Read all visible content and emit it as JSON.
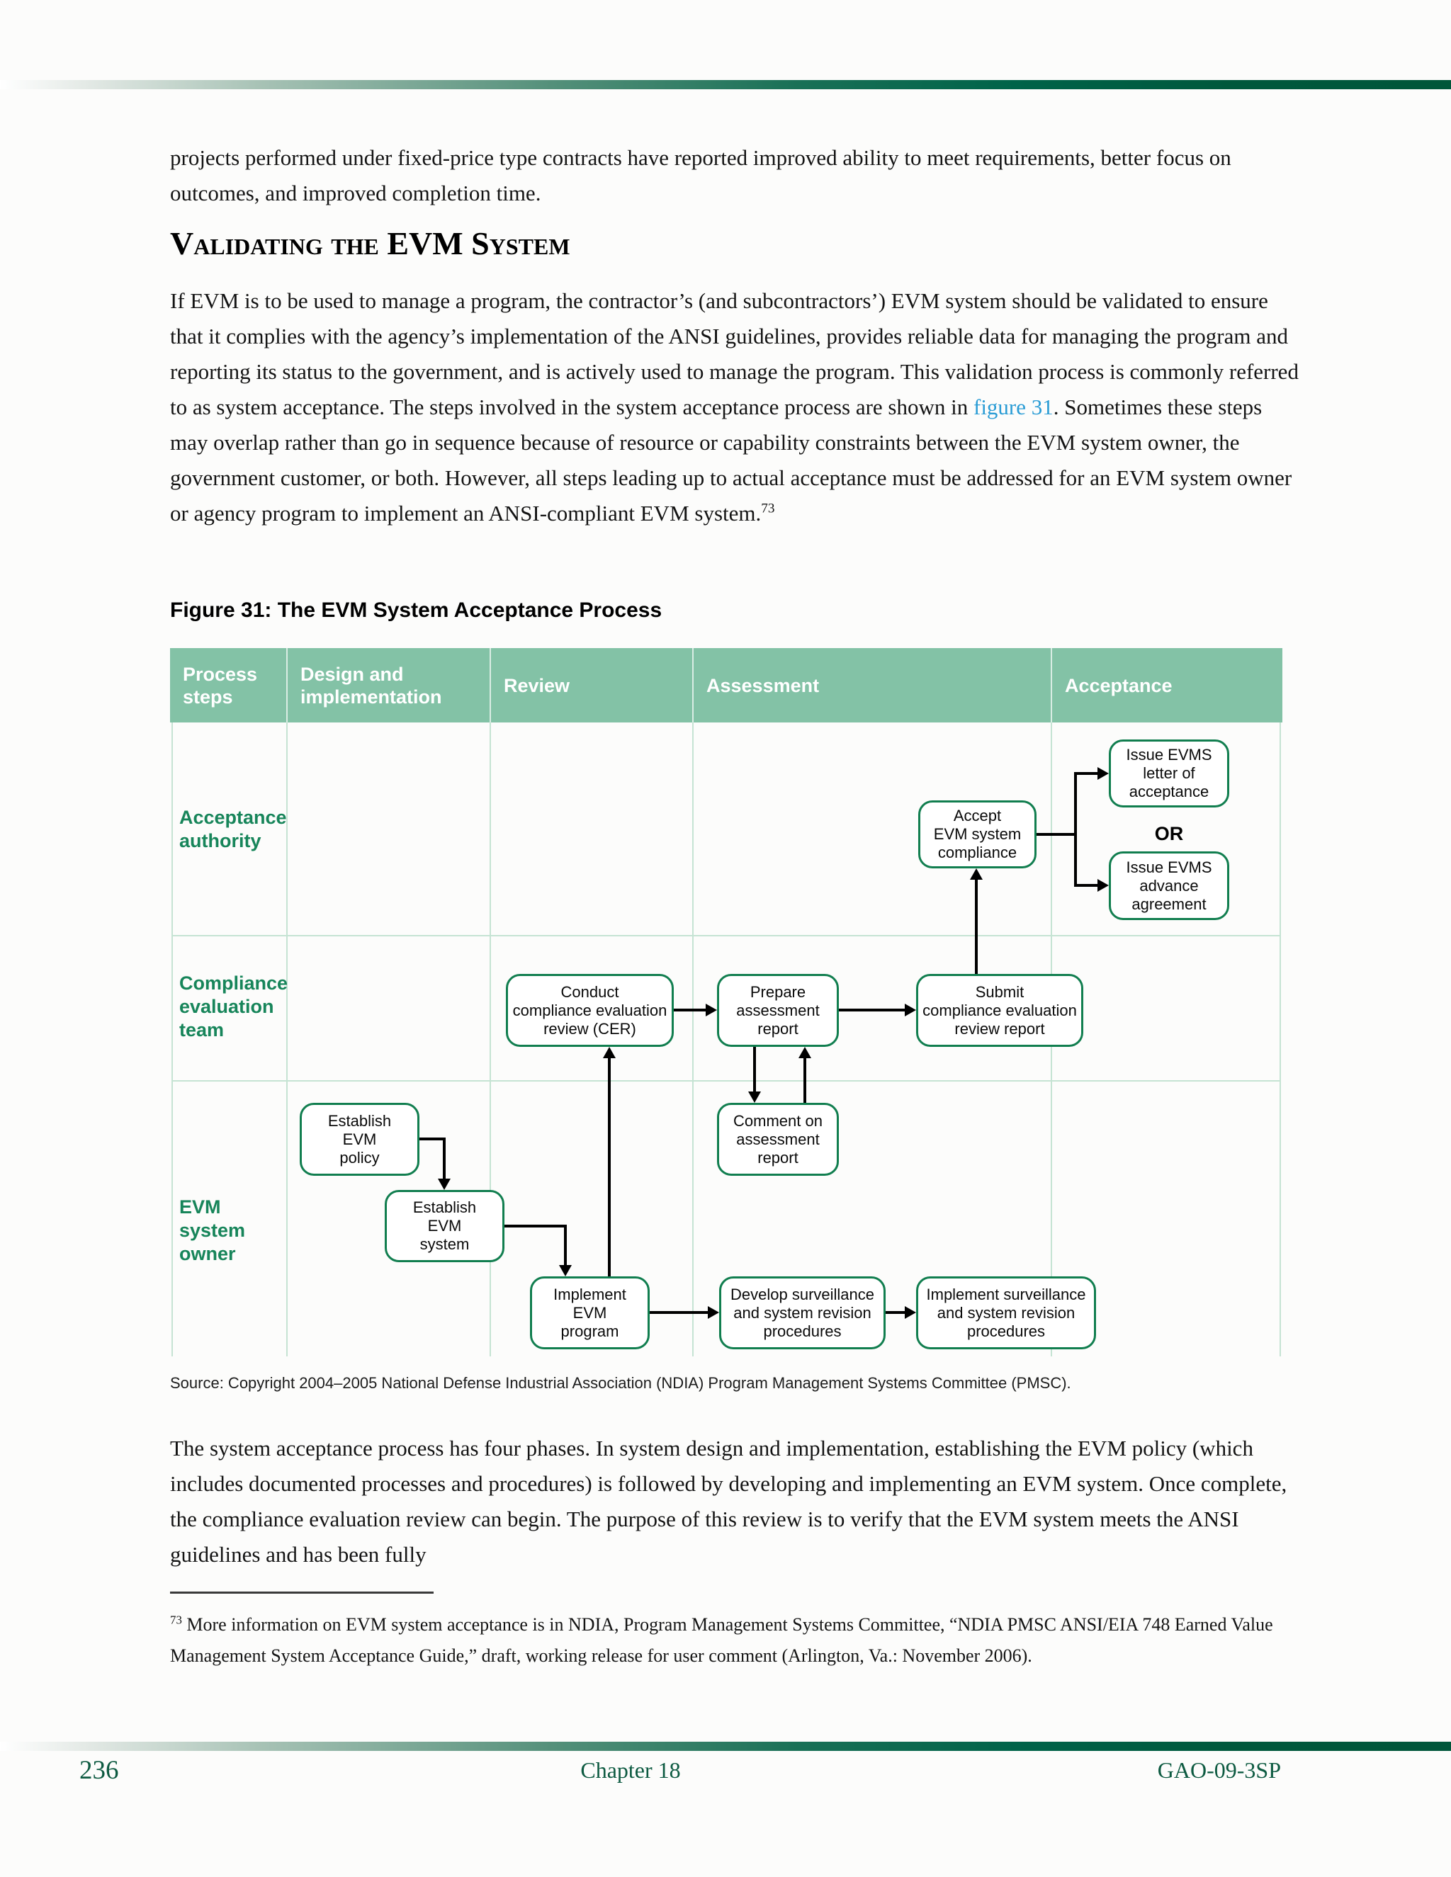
{
  "intro_paragraph": "projects performed under fixed-price type contracts have reported improved ability to meet requirements, better focus on outcomes, and improved completion time.",
  "heading": "Validating the EVM System",
  "validation_paragraph": {
    "before_link": "If EVM is to be used to manage a program, the contractor’s (and subcontractors’) EVM system should be validated to ensure that it complies with the agency’s implementation of the ANSI guidelines, provides reliable data for managing the program and reporting its status to the government, and is actively used to manage the program. This validation process is commonly referred to as system acceptance. The steps involved in the system acceptance process are shown in ",
    "link_text": "figure 31",
    "after_link": ". Sometimes these steps may overlap rather than go in sequence because of resource or capability constraints between the EVM system owner, the government customer, or both. However, all steps leading up to actual acceptance must be addressed for an EVM system owner or agency program to implement an ANSI-compliant EVM system.",
    "footnote_ref": "73"
  },
  "figure": {
    "title": "Figure 31: The EVM System Acceptance Process",
    "header": {
      "columns": [
        {
          "label": "Process\nsteps"
        },
        {
          "label": "Design and\nimplementation"
        },
        {
          "label": "Review"
        },
        {
          "label": "Assessment"
        },
        {
          "label": "Acceptance"
        }
      ]
    },
    "row_labels": {
      "acceptance_authority": "Acceptance\nauthority",
      "compliance_team": "Compliance\nevaluation\nteam",
      "evm_owner": "EVM\nsystem\nowner"
    },
    "or_label": "OR",
    "boxes": {
      "issue_letter": {
        "label": "Issue EVMS\nletter of\nacceptance"
      },
      "accept_compliance": {
        "label": "Accept\nEVM system\ncompliance"
      },
      "issue_advance": {
        "label": "Issue EVMS\nadvance\nagreement"
      },
      "conduct_cer": {
        "label": "Conduct\ncompliance evaluation\nreview (CER)"
      },
      "prepare_report": {
        "label": "Prepare\nassessment\nreport"
      },
      "submit_report": {
        "label": "Submit\ncompliance evaluation\nreview report"
      },
      "comment_report": {
        "label": "Comment on\nassessment\nreport"
      },
      "establish_policy": {
        "label": "Establish\nEVM\npolicy"
      },
      "establish_system": {
        "label": "Establish\nEVM\nsystem"
      },
      "implement_program": {
        "label": "Implement\nEVM\nprogram"
      },
      "develop_surveillance": {
        "label": "Develop surveillance\nand system revision\nprocedures"
      },
      "implement_surveillance": {
        "label": "Implement surveillance\nand system revision\nprocedures"
      }
    },
    "source": "Source: Copyright 2004–2005 National Defense Industrial Association (NDIA) Program Management Systems Committee (PMSC)."
  },
  "closing_paragraph": "The system acceptance process has four phases. In system design and implementation, establishing the EVM policy (which includes documented processes and procedures) is followed by developing and implementing an EVM system. Once complete, the compliance evaluation review can begin. The purpose of this review is to verify that the EVM system meets the ANSI guidelines and has been fully",
  "footnote": {
    "ref": "73",
    "text": "More information on EVM system acceptance is in NDIA, Program Management Systems Committee, “NDIA PMSC ANSI/EIA 748 Earned Value Management System Acceptance Guide,” draft, working release for user comment (Arlington, Va.: November 2006)."
  },
  "footer": {
    "page_number": "236",
    "chapter": "Chapter 18",
    "report_id": "GAO-09-3SP"
  },
  "colors": {
    "header_green": "#83c2a6",
    "grid_green": "#c5e3d3",
    "box_border_green": "#117e4f",
    "row_label_green": "#17855a",
    "footer_green": "#0d5a41",
    "link_blue": "#2a9cd5",
    "bar_dark_green": "#00583c"
  }
}
